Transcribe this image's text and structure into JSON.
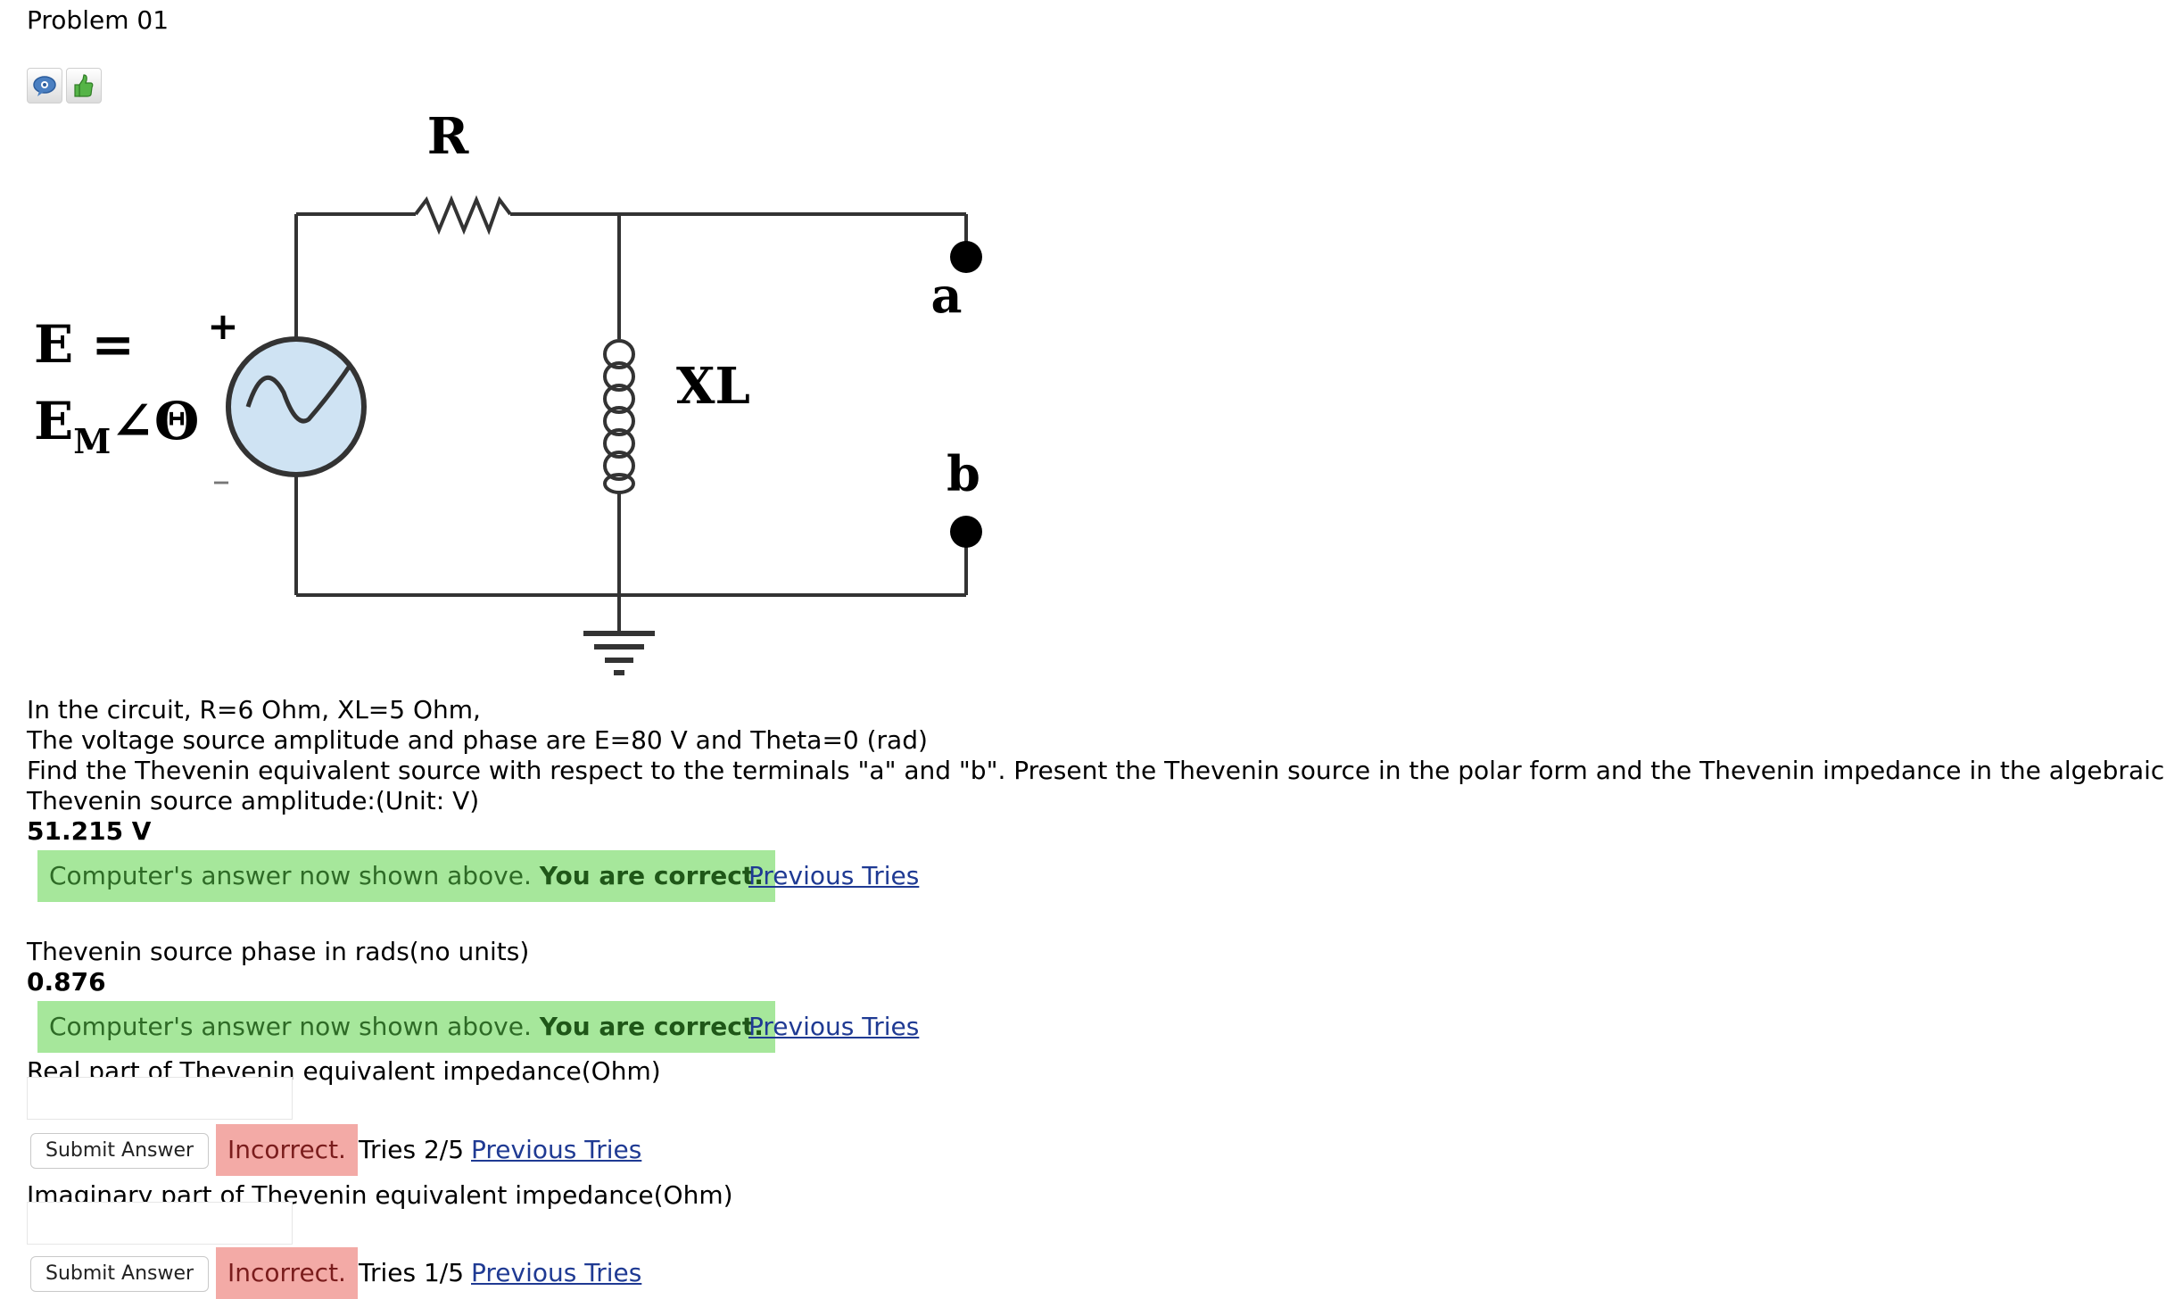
{
  "header": {
    "title": "Problem 01"
  },
  "feedback_icons": [
    "help-icon",
    "hint-icon"
  ],
  "circuit": {
    "resistor_label": "R",
    "inductor_label": "XL",
    "terminal_a": "a",
    "terminal_b": "b",
    "source_label_line1": "E =",
    "source_label_line2_main": "E",
    "source_label_line2_sub": "M",
    "source_label_line2_rest": "∠Θ",
    "plus_sign": "+",
    "minus_sign": "–"
  },
  "problem": {
    "line1": "In the circuit, R=6 Ohm, XL=5 Ohm,",
    "line2": "The voltage source amplitude and phase are E=80 V and Theta=0 (rad)",
    "line3": "Find the Thevenin equivalent source with respect to the terminals \"a\" and \"b\". Present the Thevenin source in the polar form and the Thevenin impedance in the algebraic form."
  },
  "parts": [
    {
      "prompt": "Thevenin source amplitude:(Unit: V)",
      "answer": "51.215 V",
      "status_text": "Computer's answer now shown above.",
      "status_bold": "You are correct.",
      "link": "Previous Tries"
    },
    {
      "prompt": "Thevenin source phase in rads(no units)",
      "answer": "0.876",
      "status_text": "Computer's answer now shown above.",
      "status_bold": "You are correct.",
      "link": "Previous Tries"
    },
    {
      "prompt": "Real part of Thevenin equivalent impedance(Ohm)",
      "input_value": "",
      "button": "Submit Answer",
      "status": "Incorrect.",
      "tries": "Tries 2/5",
      "link": "Previous Tries"
    },
    {
      "prompt": "Imaginary part of Thevenin equivalent impedance(Ohm)",
      "input_value": "",
      "button": "Submit Answer",
      "status": "Incorrect.",
      "tries": "Tries 1/5",
      "link": "Previous Tries"
    }
  ],
  "colors": {
    "correct_bg": "#a6e79b",
    "incorrect_bg": "#f3aaa6",
    "link": "#1f3a93",
    "source_fill": "#cfe3f3"
  }
}
